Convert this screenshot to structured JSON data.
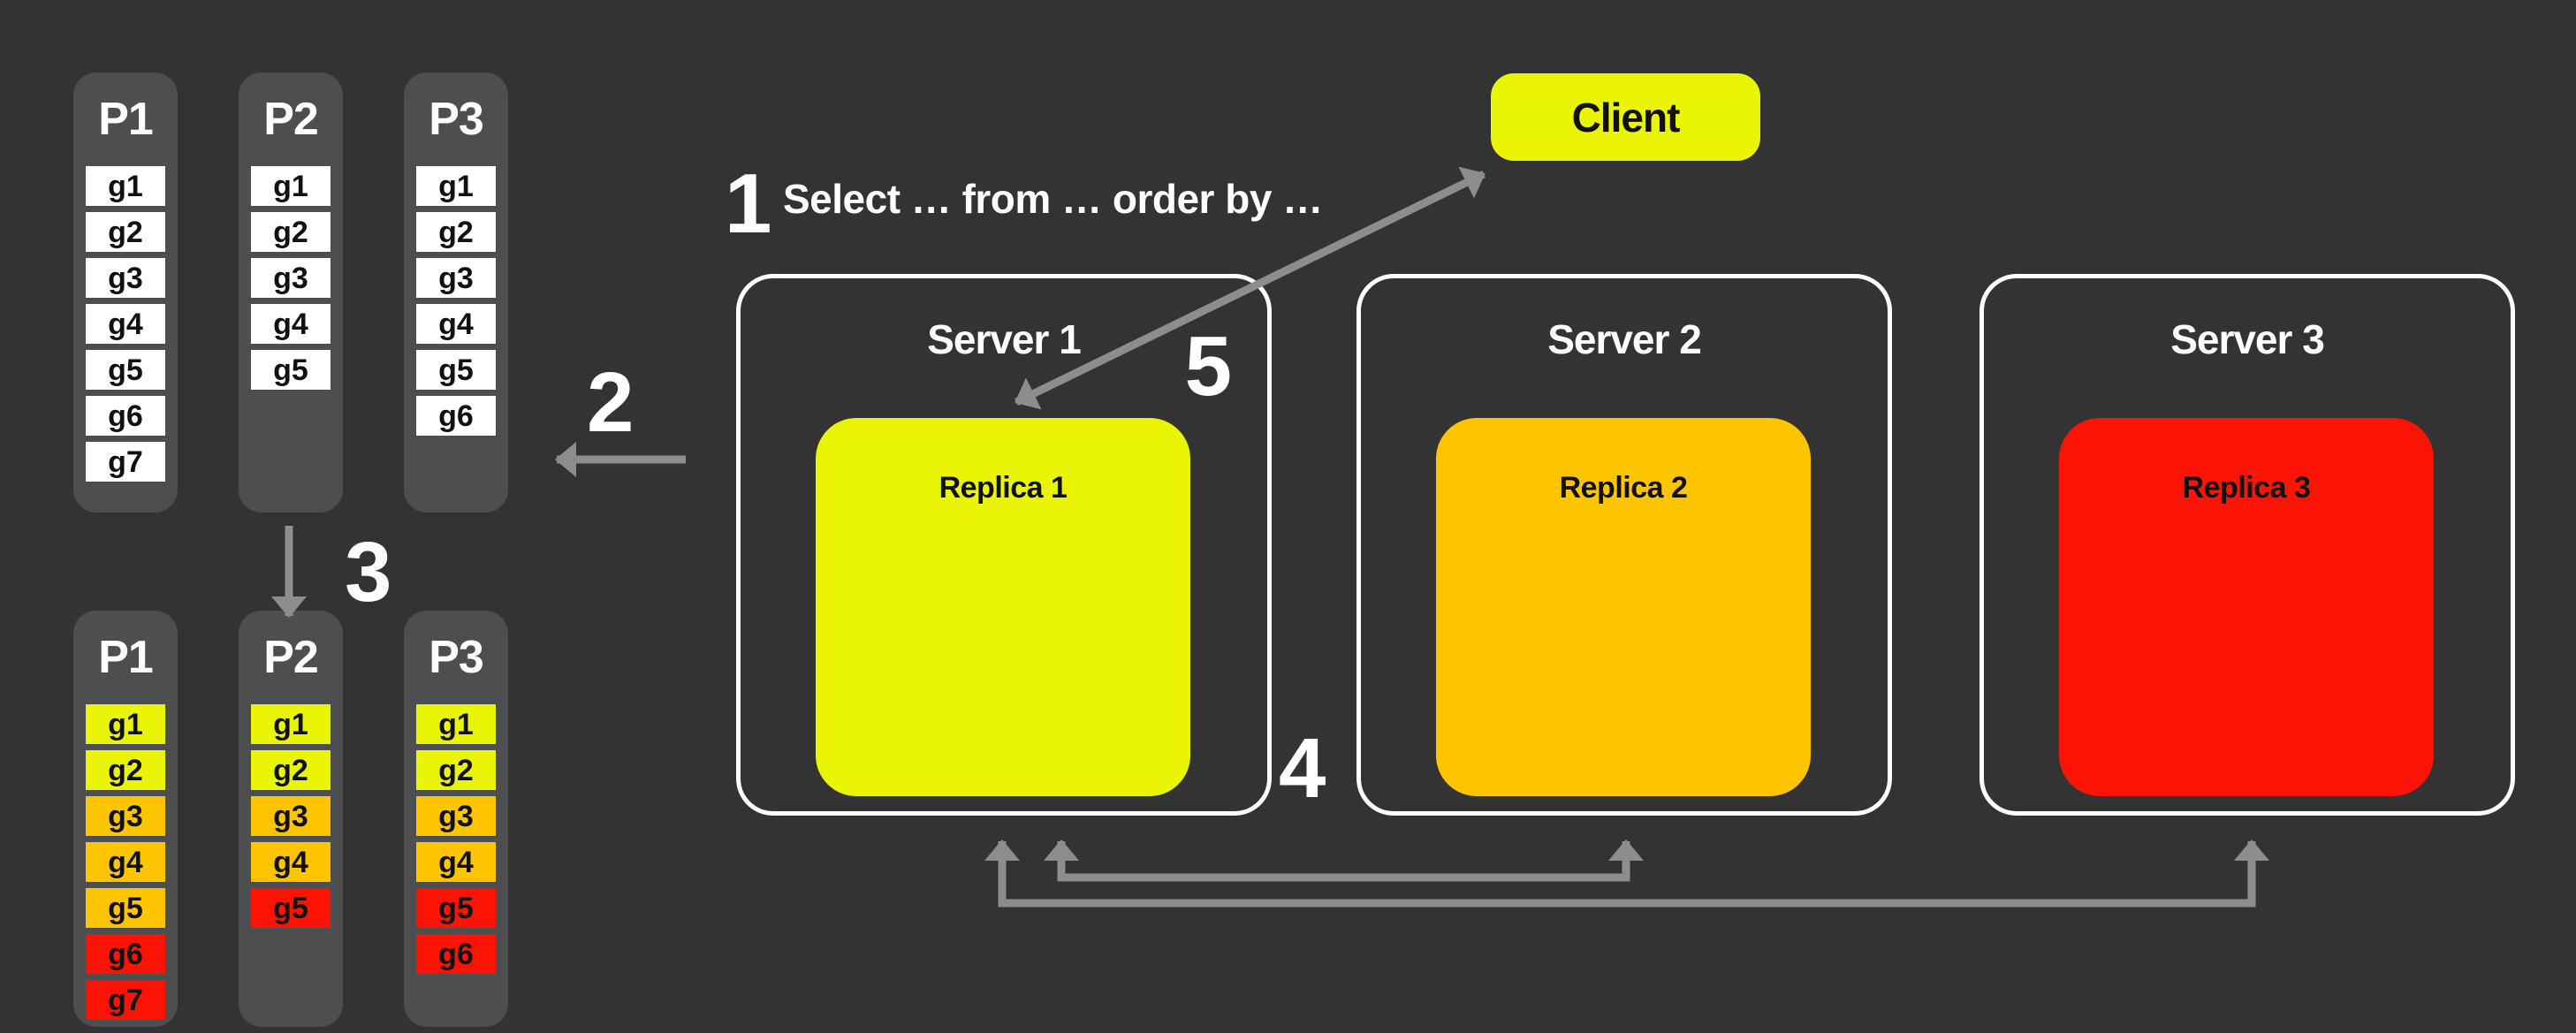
{
  "colors": {
    "background": "#333333",
    "column": "#4d4e50",
    "white": "#ffffff",
    "yellow": "#eaf506",
    "orange": "#fdc400",
    "red": "#fb1405",
    "arrow": "#8d8d8d",
    "ink": "#111111"
  },
  "steps": {
    "n1": "1",
    "query": "Select … from … order by …",
    "n2": "2",
    "n3": "3",
    "n4": "4",
    "n5": "5"
  },
  "client": {
    "label": "Client"
  },
  "servers": [
    {
      "label": "Server 1",
      "replica": {
        "label": "Replica 1",
        "color": "yellow"
      }
    },
    {
      "label": "Server 2",
      "replica": {
        "label": "Replica 2",
        "color": "orange"
      }
    },
    {
      "label": "Server 3",
      "replica": {
        "label": "Replica 3",
        "color": "red"
      }
    }
  ],
  "partitions_before": [
    {
      "label": "P1",
      "items": [
        {
          "label": "g1",
          "color": "white"
        },
        {
          "label": "g2",
          "color": "white"
        },
        {
          "label": "g3",
          "color": "white"
        },
        {
          "label": "g4",
          "color": "white"
        },
        {
          "label": "g5",
          "color": "white"
        },
        {
          "label": "g6",
          "color": "white"
        },
        {
          "label": "g7",
          "color": "white"
        }
      ]
    },
    {
      "label": "P2",
      "items": [
        {
          "label": "g1",
          "color": "white"
        },
        {
          "label": "g2",
          "color": "white"
        },
        {
          "label": "g3",
          "color": "white"
        },
        {
          "label": "g4",
          "color": "white"
        },
        {
          "label": "g5",
          "color": "white"
        }
      ]
    },
    {
      "label": "P3",
      "items": [
        {
          "label": "g1",
          "color": "white"
        },
        {
          "label": "g2",
          "color": "white"
        },
        {
          "label": "g3",
          "color": "white"
        },
        {
          "label": "g4",
          "color": "white"
        },
        {
          "label": "g5",
          "color": "white"
        },
        {
          "label": "g6",
          "color": "white"
        }
      ]
    }
  ],
  "partitions_after": [
    {
      "label": "P1",
      "items": [
        {
          "label": "g1",
          "color": "yellow"
        },
        {
          "label": "g2",
          "color": "yellow"
        },
        {
          "label": "g3",
          "color": "orange"
        },
        {
          "label": "g4",
          "color": "orange"
        },
        {
          "label": "g5",
          "color": "orange"
        },
        {
          "label": "g6",
          "color": "red"
        },
        {
          "label": "g7",
          "color": "red"
        }
      ]
    },
    {
      "label": "P2",
      "items": [
        {
          "label": "g1",
          "color": "yellow"
        },
        {
          "label": "g2",
          "color": "yellow"
        },
        {
          "label": "g3",
          "color": "orange"
        },
        {
          "label": "g4",
          "color": "orange"
        },
        {
          "label": "g5",
          "color": "red"
        }
      ]
    },
    {
      "label": "P3",
      "items": [
        {
          "label": "g1",
          "color": "yellow"
        },
        {
          "label": "g2",
          "color": "yellow"
        },
        {
          "label": "g3",
          "color": "orange"
        },
        {
          "label": "g4",
          "color": "orange"
        },
        {
          "label": "g5",
          "color": "red"
        },
        {
          "label": "g6",
          "color": "red"
        }
      ]
    }
  ]
}
